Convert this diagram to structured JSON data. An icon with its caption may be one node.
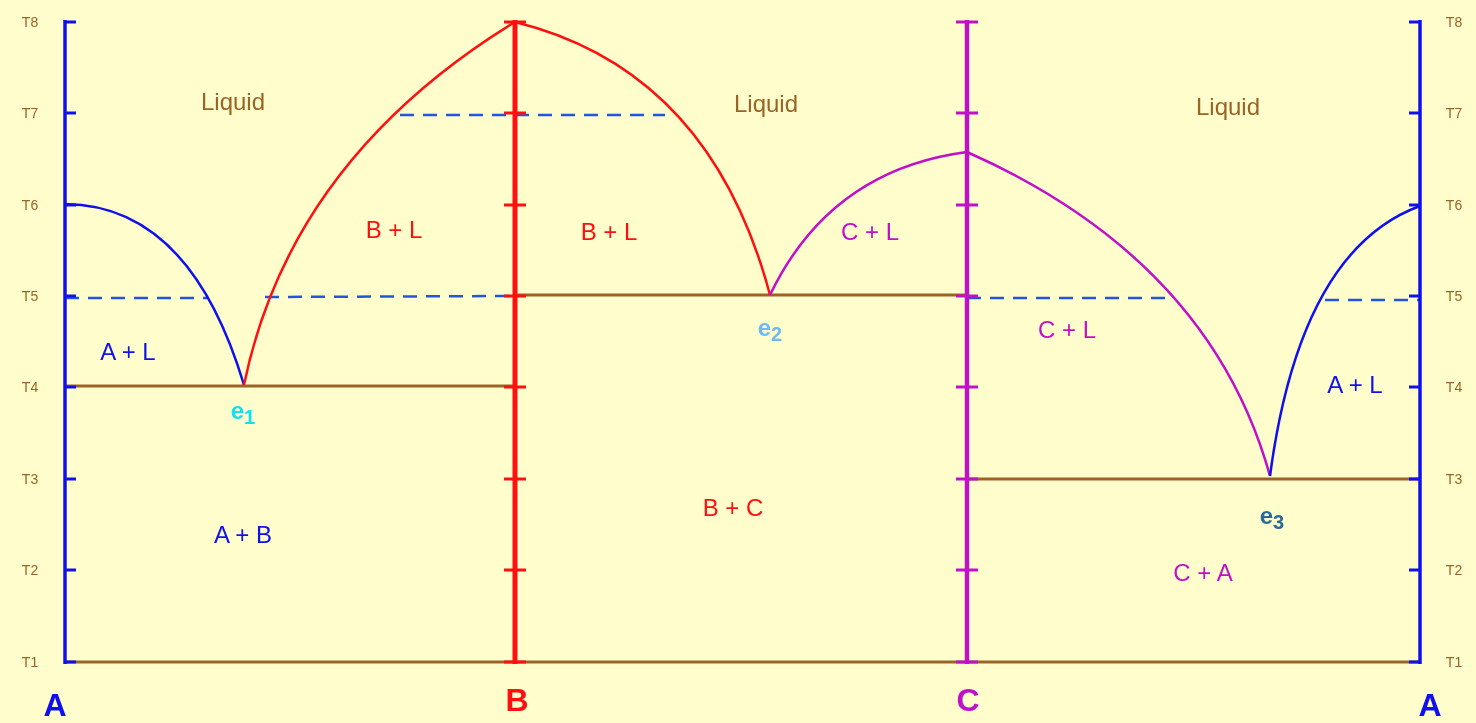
{
  "diagram": {
    "labels": [
      "T8",
      "T7",
      "T6",
      "T5",
      "T4",
      "T3",
      "T2",
      "T1",
      "T8",
      "T7",
      "T6",
      "T5",
      "T4",
      "T3",
      "T2",
      "T1",
      "Liquid",
      "Liquid",
      "Liquid",
      "B + L",
      "B + L",
      "C + L",
      "A + L",
      "e$_{1}$",
      "e$_{2}$",
      "C + L",
      "A + L",
      "e$_{3}$",
      "A + B",
      "B + C",
      "C + A",
      "A",
      "B",
      "C",
      "A"
    ]
  }
}
